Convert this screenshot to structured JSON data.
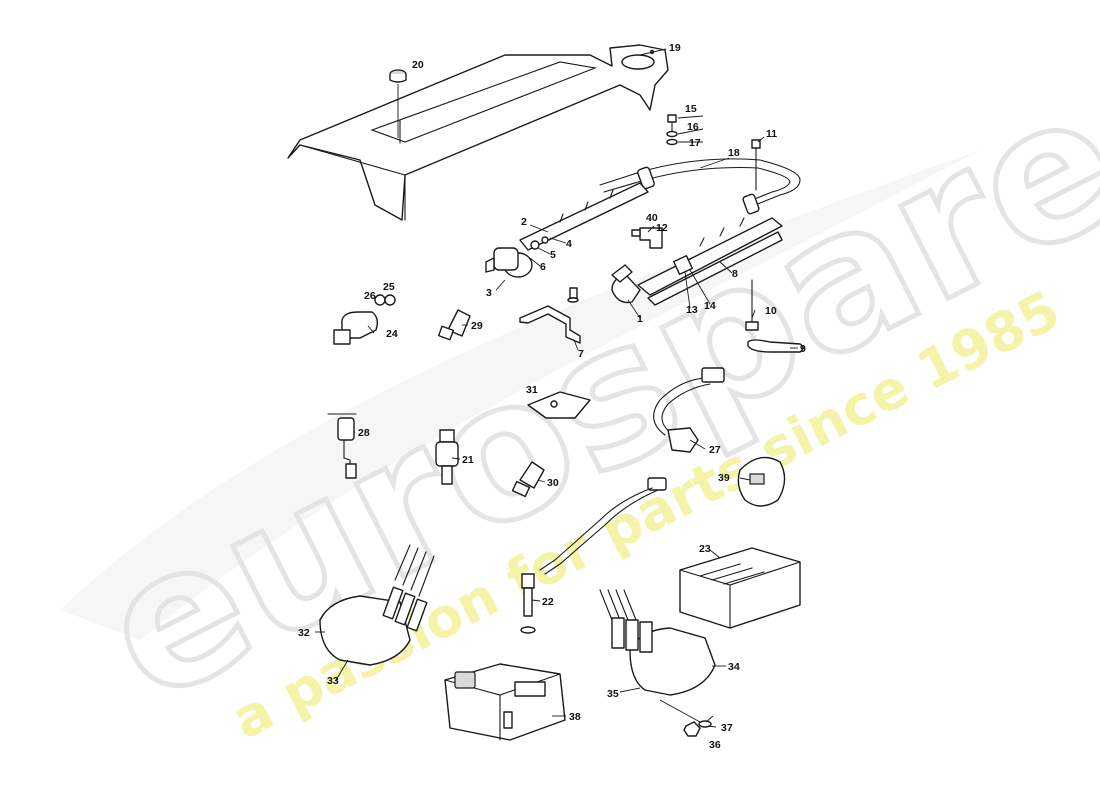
{
  "watermark": {
    "brand": "eurospares",
    "tagline": "a passion for parts since 1985",
    "brand_color": "#e4e4e4",
    "tagline_color": "#f3f19a"
  },
  "callouts": [
    "1",
    "2",
    "3",
    "4",
    "5",
    "6",
    "7",
    "8",
    "9",
    "10",
    "11",
    "12",
    "13",
    "14",
    "15",
    "16",
    "17",
    "18",
    "19",
    "20",
    "21",
    "22",
    "23",
    "24",
    "25",
    "26",
    "27",
    "28",
    "29",
    "30",
    "31",
    "32",
    "33",
    "34",
    "35",
    "36",
    "37",
    "38",
    "39",
    "40"
  ]
}
